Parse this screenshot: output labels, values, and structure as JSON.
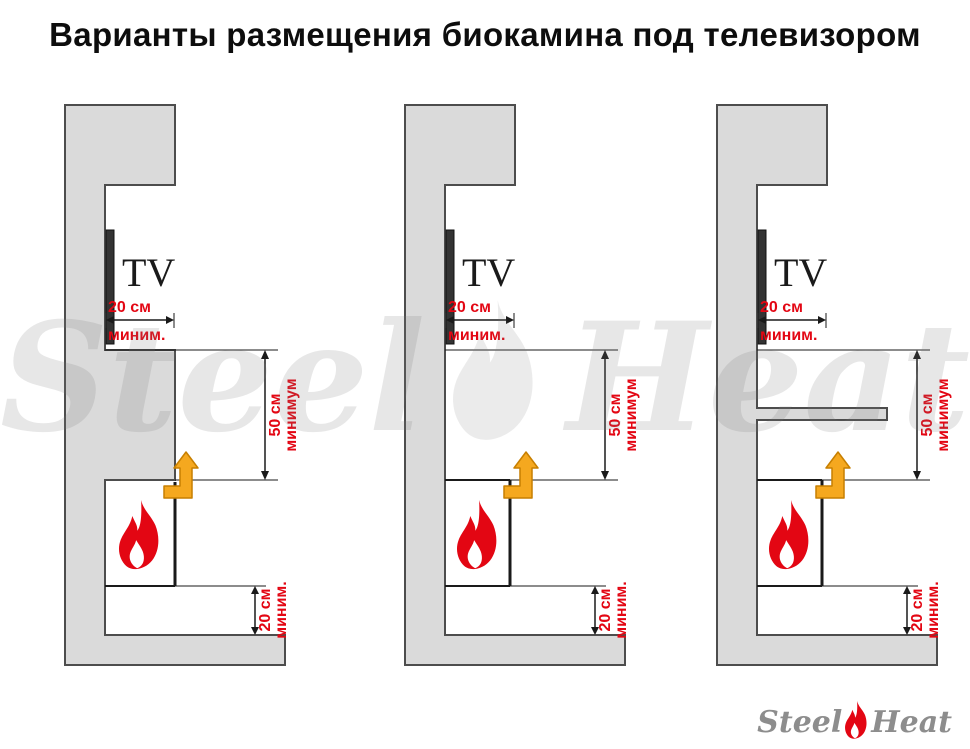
{
  "title": "Варианты размещения биокамина под телевизором",
  "labels": {
    "tv": "TV",
    "dim_top": {
      "line1": "20 см",
      "line2": "миним."
    },
    "dim_middle": {
      "line1": "50 см",
      "line2": "минимум"
    },
    "dim_bottom": {
      "line1": "20 см",
      "line2": "миним."
    }
  },
  "watermark": {
    "left": "Steel",
    "right": "Heat"
  },
  "logo": {
    "left": "Steel",
    "right": "Heat"
  },
  "colors": {
    "dimension_red": "#e30613",
    "flame_red": "#e30613",
    "heat_arrow_orange": "#f5a81f",
    "wall_gray": "#dadada",
    "wall_outline": "#4d4d4d",
    "logo_gray": "#8d8d8d"
  }
}
